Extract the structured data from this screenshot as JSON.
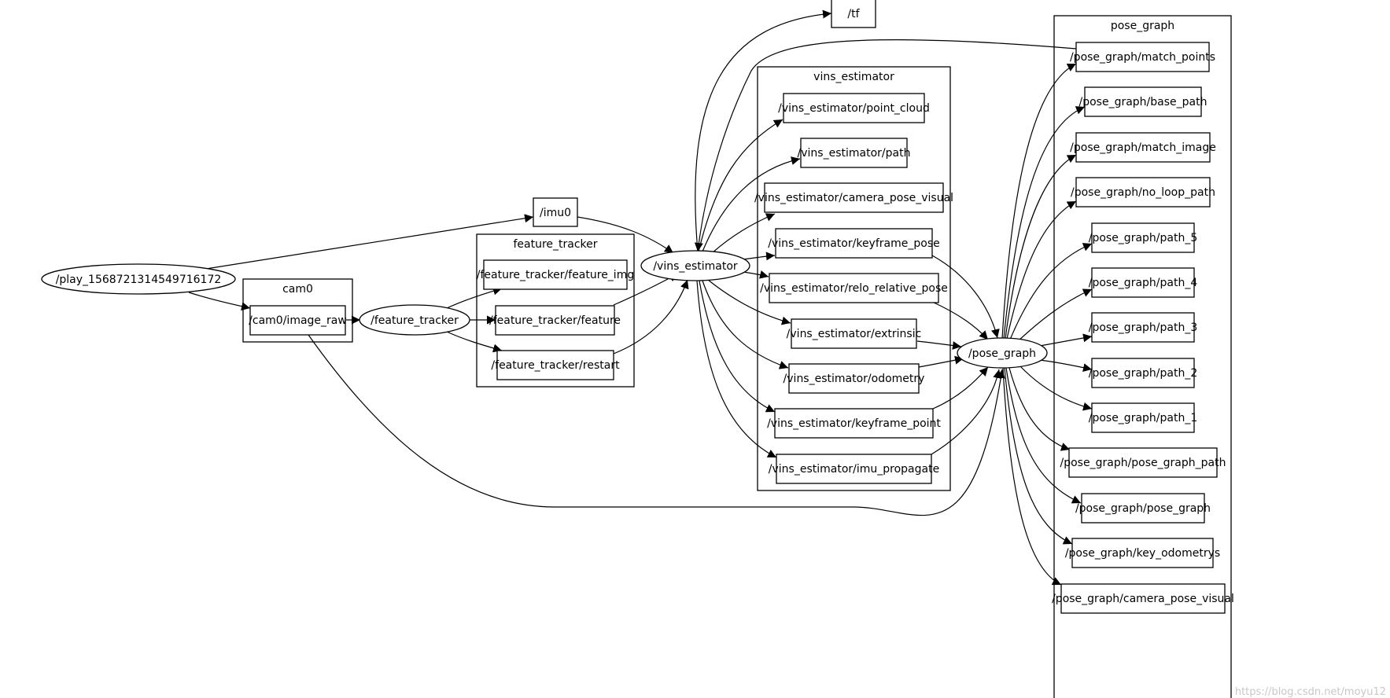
{
  "clusters": {
    "cam0": "cam0",
    "feature_tracker": "feature_tracker",
    "vins_estimator": "vins_estimator",
    "pose_graph": "pose_graph"
  },
  "nodes": {
    "play": "/play_1568721314549716172",
    "imu0": "/imu0",
    "tf": "/tf",
    "cam0_image_raw": "/cam0/image_raw",
    "feature_tracker": "/feature_tracker",
    "ft_feature_img": "/feature_tracker/feature_img",
    "ft_feature": "/feature_tracker/feature",
    "ft_restart": "/feature_tracker/restart",
    "vins_estimator": "/vins_estimator",
    "ve_point_cloud": "/vins_estimator/point_cloud",
    "ve_path": "/vins_estimator/path",
    "ve_camera_pose_visual": "/vins_estimator/camera_pose_visual",
    "ve_keyframe_pose": "/vins_estimator/keyframe_pose",
    "ve_relo_relative_pose": "/vins_estimator/relo_relative_pose",
    "ve_extrinsic": "/vins_estimator/extrinsic",
    "ve_odometry": "/vins_estimator/odometry",
    "ve_keyframe_point": "/vins_estimator/keyframe_point",
    "ve_imu_propagate": "/vins_estimator/imu_propagate",
    "pose_graph": "/pose_graph",
    "pg_match_points": "/pose_graph/match_points",
    "pg_base_path": "/pose_graph/base_path",
    "pg_match_image": "/pose_graph/match_image",
    "pg_no_loop_path": "/pose_graph/no_loop_path",
    "pg_path_5": "/pose_graph/path_5",
    "pg_path_4": "/pose_graph/path_4",
    "pg_path_3": "/pose_graph/path_3",
    "pg_path_2": "/pose_graph/path_2",
    "pg_path_1": "/pose_graph/path_1",
    "pg_pose_graph_path": "/pose_graph/pose_graph_path",
    "pg_pose_graph": "/pose_graph/pose_graph",
    "pg_key_odometrys": "/pose_graph/key_odometrys",
    "pg_camera_pose_visual": "/pose_graph/camera_pose_visual"
  },
  "watermark": "https://blog.csdn.net/moyu12"
}
